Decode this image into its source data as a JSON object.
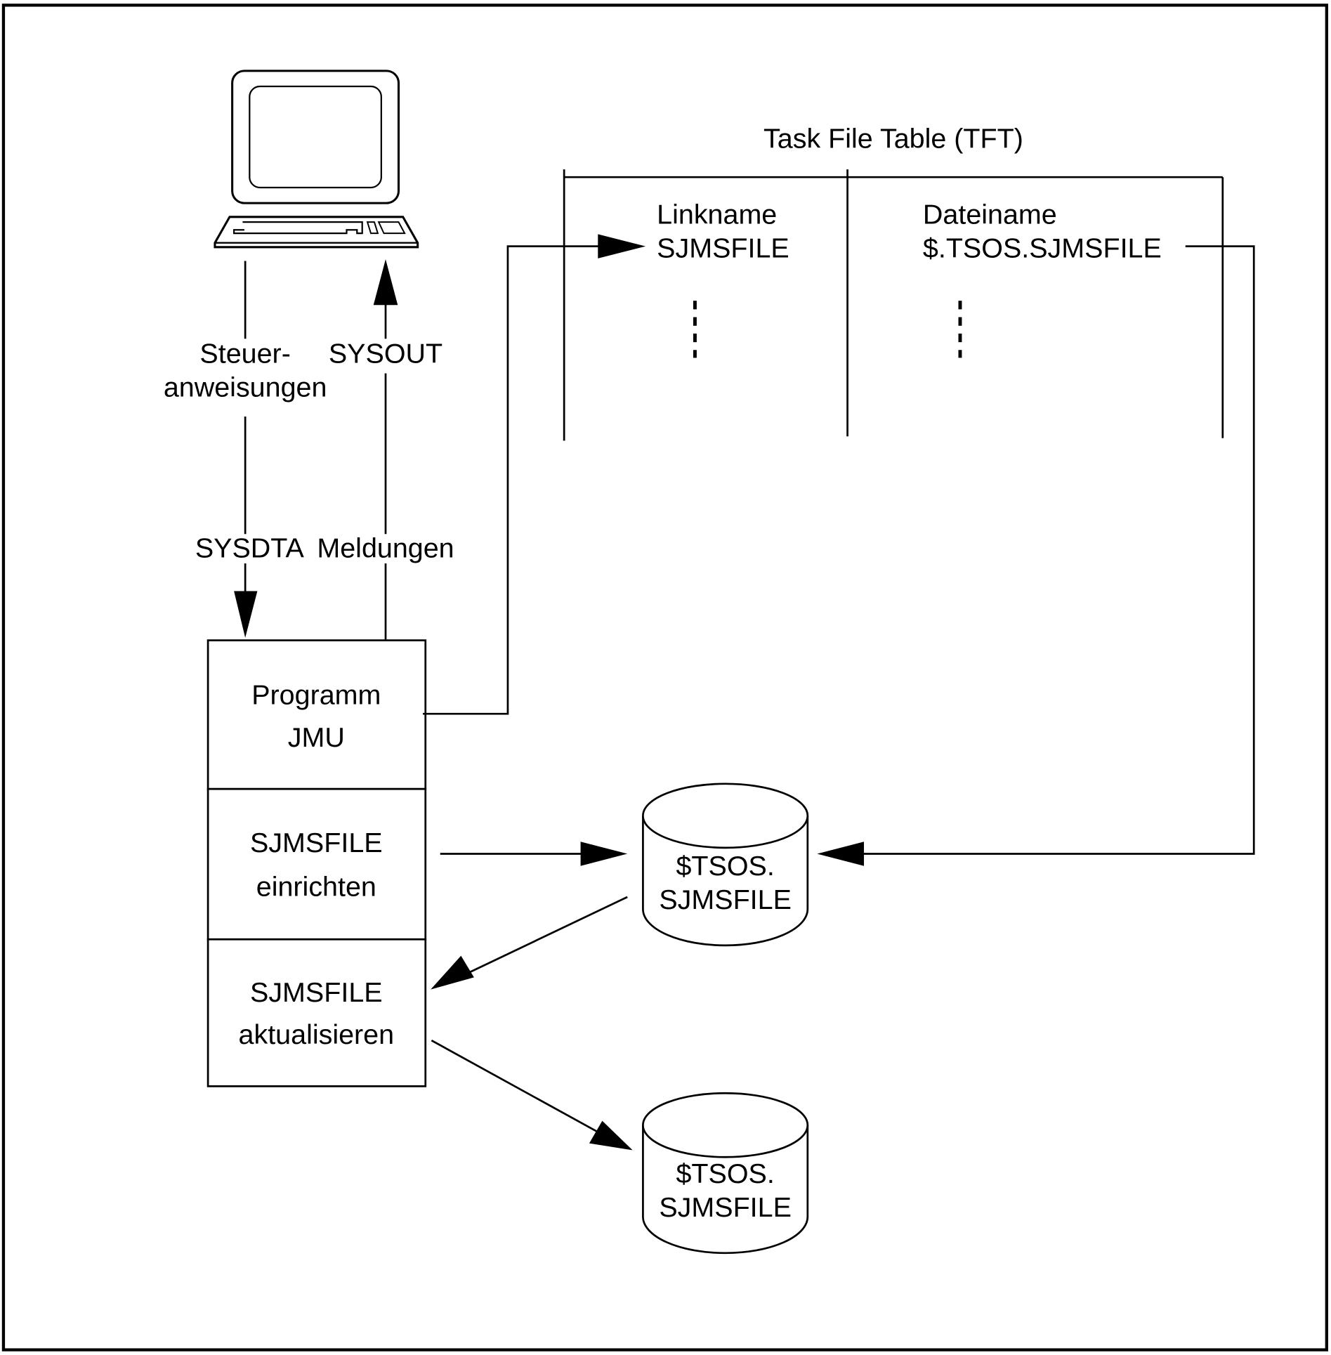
{
  "terminal": {
    "label_left_line1": "Steuer-",
    "label_left_line2": "anweisungen",
    "label_right": "SYSOUT",
    "label_bottom_left": "SYSDTA",
    "label_bottom_right": "Meldungen"
  },
  "tft": {
    "title": "Task File Table (TFT)",
    "columns": [
      {
        "header": "Linkname",
        "value": "SJMSFILE"
      },
      {
        "header": "Dateiname",
        "value": "$.TSOS.SJMSFILE"
      }
    ]
  },
  "program_stack": [
    {
      "line1": "Programm",
      "line2": "JMU"
    },
    {
      "line1": "SJMSFILE",
      "line2": "einrichten"
    },
    {
      "line1": "SJMSFILE",
      "line2": "aktualisieren"
    }
  ],
  "datasets": [
    {
      "line1": "$TSOS.",
      "line2": "SJMSFILE"
    },
    {
      "line1": "$TSOS.",
      "line2": "SJMSFILE"
    }
  ]
}
